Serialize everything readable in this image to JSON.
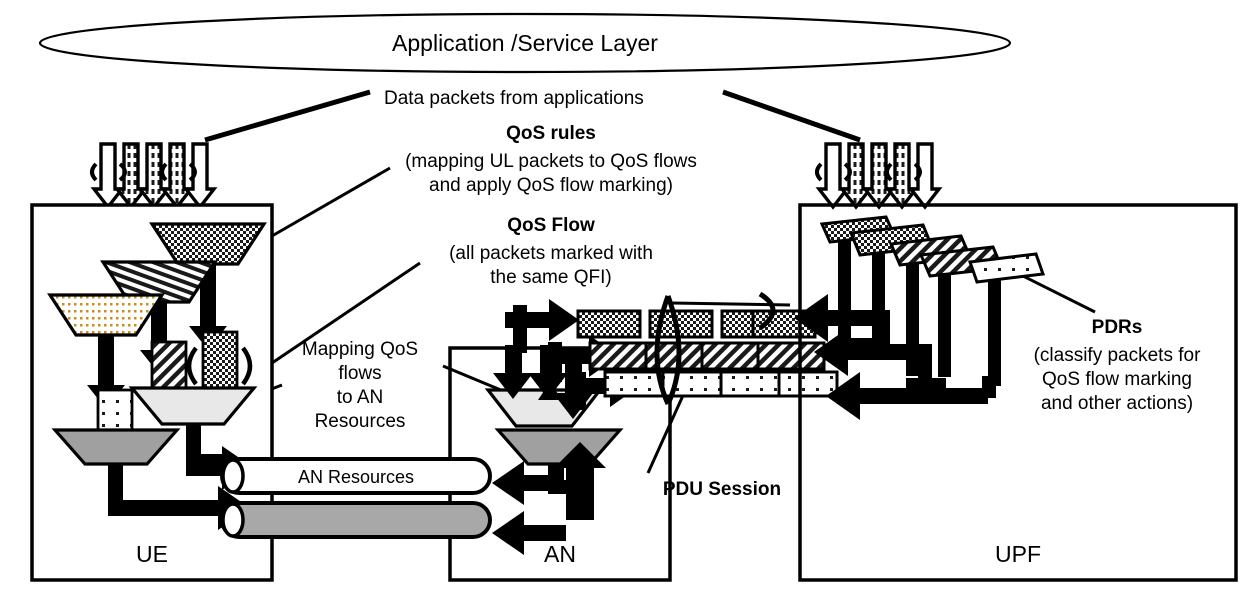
{
  "diagram": {
    "title_layer": "Application /Service Layer",
    "annotations": {
      "data_packets": "Data packets from applications",
      "qos_rules_title": "QoS rules",
      "qos_rules_line1": "(mapping UL packets to QoS flows",
      "qos_rules_line2": "and apply QoS flow marking)",
      "qos_flow_title": "QoS Flow",
      "qos_flow_line1": "(all packets marked with",
      "qos_flow_line2": "the same QFI)",
      "mapping_line1": "Mapping QoS",
      "mapping_line2": "flows",
      "mapping_line3": "to AN",
      "mapping_line4": "Resources",
      "pdu_session": "PDU Session",
      "pdrs_title": "PDRs",
      "pdrs_line1": "(classify packets for",
      "pdrs_line2": "QoS flow marking",
      "pdrs_line3": "and other actions)"
    },
    "nodes": {
      "ue": "UE",
      "an": "AN",
      "upf": "UPF"
    },
    "tubes": {
      "upper_label": "AN Resources",
      "lower_label": ""
    },
    "colors": {
      "stroke": "#000000",
      "background": "#ffffff",
      "funnel_light": "#e8e8e8",
      "funnel_mid": "#cccccc",
      "funnel_dark": "#a0a0a0",
      "tube_gray": "#a8a8a8"
    },
    "qos_flow_rows": [
      {
        "pattern": "checker",
        "count": 4
      },
      {
        "pattern": "hatch",
        "count": 4
      },
      {
        "pattern": "dots",
        "count": 4
      }
    ],
    "pdr_filters": [
      {
        "pattern": "checker"
      },
      {
        "pattern": "checker"
      },
      {
        "pattern": "hatch"
      },
      {
        "pattern": "hatch"
      },
      {
        "pattern": "dots"
      }
    ],
    "ue_funnels": [
      {
        "pattern": "checker"
      },
      {
        "pattern": "hatch"
      },
      {
        "pattern": "dots"
      }
    ],
    "downarrow_groups": [
      {
        "side": "left",
        "count": 5
      },
      {
        "side": "right",
        "count": 5
      }
    ]
  }
}
